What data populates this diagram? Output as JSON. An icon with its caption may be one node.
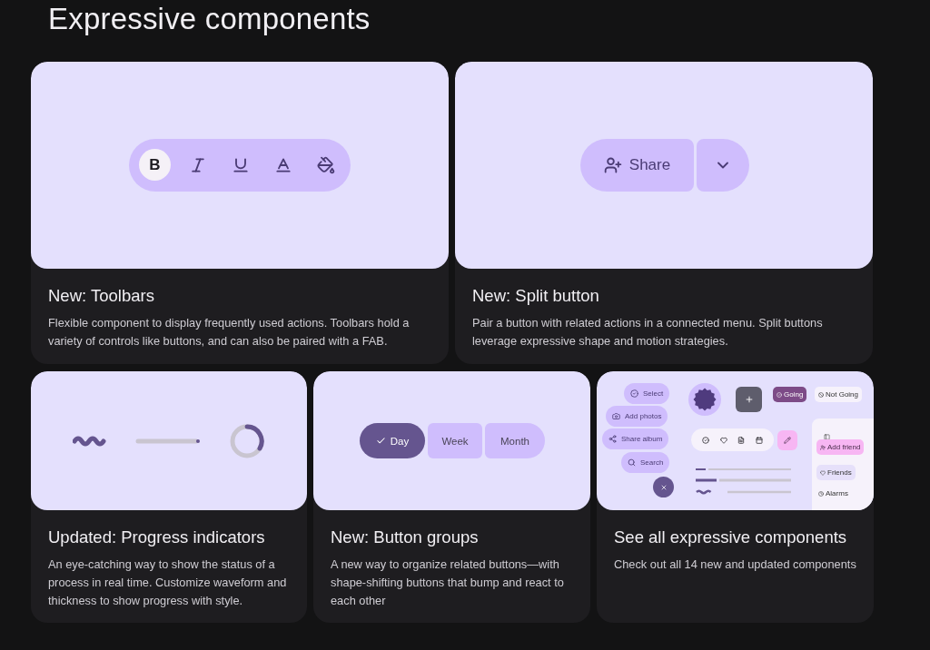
{
  "diagram": {
    "title": "Expressive components",
    "nodes": [
      {
        "text": [
          "New: Toolbars",
          "Flexible component to display frequently used actions. Toolbars hold a variety of controls like buttons, and can also be paired with a FAB."
        ]
      },
      {
        "text": [
          "B"
        ],
        "in": 0
      },
      {
        "text": [
          "New: Split button",
          "Pair a button with related actions in a connected menu. Split buttons leverage expressive shape and motion strategies."
        ]
      },
      {
        "text": [
          "Share"
        ],
        "in": 2
      },
      {
        "text": [
          "Updated: Progress indicators",
          "An eye-catching way to show the status of a process in real time. Customize waveform and thickness to show progress with style."
        ]
      },
      {
        "text": [
          "New: Button groups",
          "A new way to organize related buttons—with shape-shifting buttons that bump and react to each other"
        ]
      },
      {
        "text": [
          "Day"
        ],
        "in": 5
      },
      {
        "text": [
          "Week"
        ],
        "in": 5
      },
      {
        "text": [
          "Month"
        ],
        "in": 5
      },
      {
        "text": [
          "See all expressive components",
          "Check out all 14 new and updated components"
        ]
      },
      {
        "text": [
          "Select"
        ],
        "in": 9
      },
      {
        "text": [
          "Add photos"
        ],
        "in": 9
      },
      {
        "text": [
          "Share album"
        ],
        "in": 9
      },
      {
        "text": [
          "Search"
        ],
        "in": 9
      },
      {
        "text": [
          "Going"
        ],
        "in": 9
      },
      {
        "text": [
          "Not Going"
        ],
        "in": 9
      },
      {
        "text": [
          "Add friend"
        ],
        "in": 9
      },
      {
        "text": [
          "Friends"
        ],
        "in": 9
      },
      {
        "text": [
          "Alarms"
        ],
        "in": 9
      }
    ]
  }
}
